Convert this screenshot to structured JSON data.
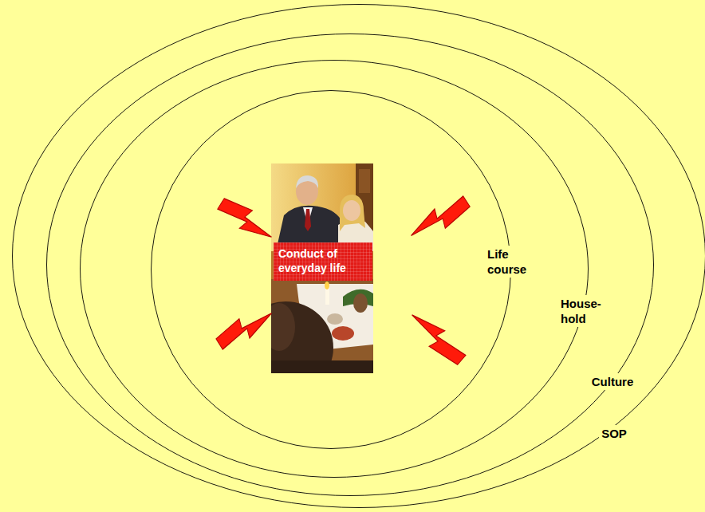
{
  "diagram": {
    "nodes": [
      {
        "text": [
          "SOP"
        ]
      },
      {
        "text": [
          "Culture"
        ],
        "in": 0
      },
      {
        "text": [
          "House- hold"
        ],
        "in": 1
      },
      {
        "text": [
          "Life course"
        ],
        "in": 2
      },
      {
        "text": [
          "Conduct of everyday life"
        ],
        "in": 3
      }
    ]
  }
}
